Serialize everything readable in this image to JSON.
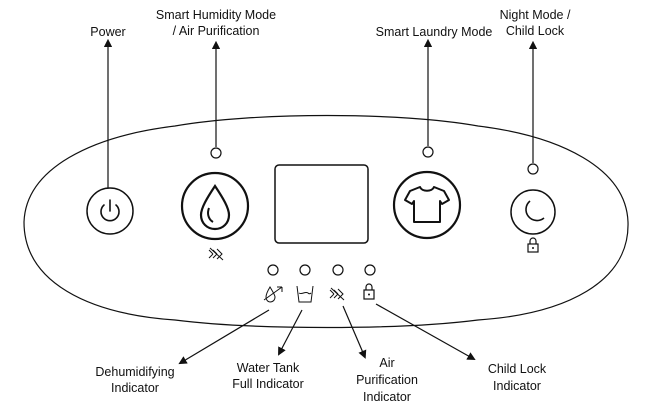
{
  "labels": {
    "power": "Power",
    "smart_humidity_line1": "Smart Humidity Mode",
    "smart_humidity_line2": "/ Air Purification",
    "smart_laundry": "Smart Laundry Mode",
    "night_mode_line1": "Night Mode /",
    "night_mode_line2": "Child Lock",
    "dehumidifying_line1": "Dehumidifying",
    "dehumidifying_line2": "Indicator",
    "water_tank_line1": "Water Tank",
    "water_tank_line2": "Full Indicator",
    "air_purification_line1": "Air",
    "air_purification_line2": "Purification",
    "air_purification_line3": "Indicator",
    "child_lock_line1": "Child Lock",
    "child_lock_line2": "Indicator"
  },
  "icons": {
    "power_button": "power-icon",
    "humidity_button": "water-drop-icon",
    "laundry_button": "tshirt-icon",
    "night_button": "moon-icon",
    "lock": "padlock-icon",
    "air": "air-purification-icon",
    "dehumidify": "dehumidify-icon",
    "water_tank": "water-tank-icon"
  },
  "colors": {
    "line": "#111111",
    "background": "#ffffff"
  }
}
